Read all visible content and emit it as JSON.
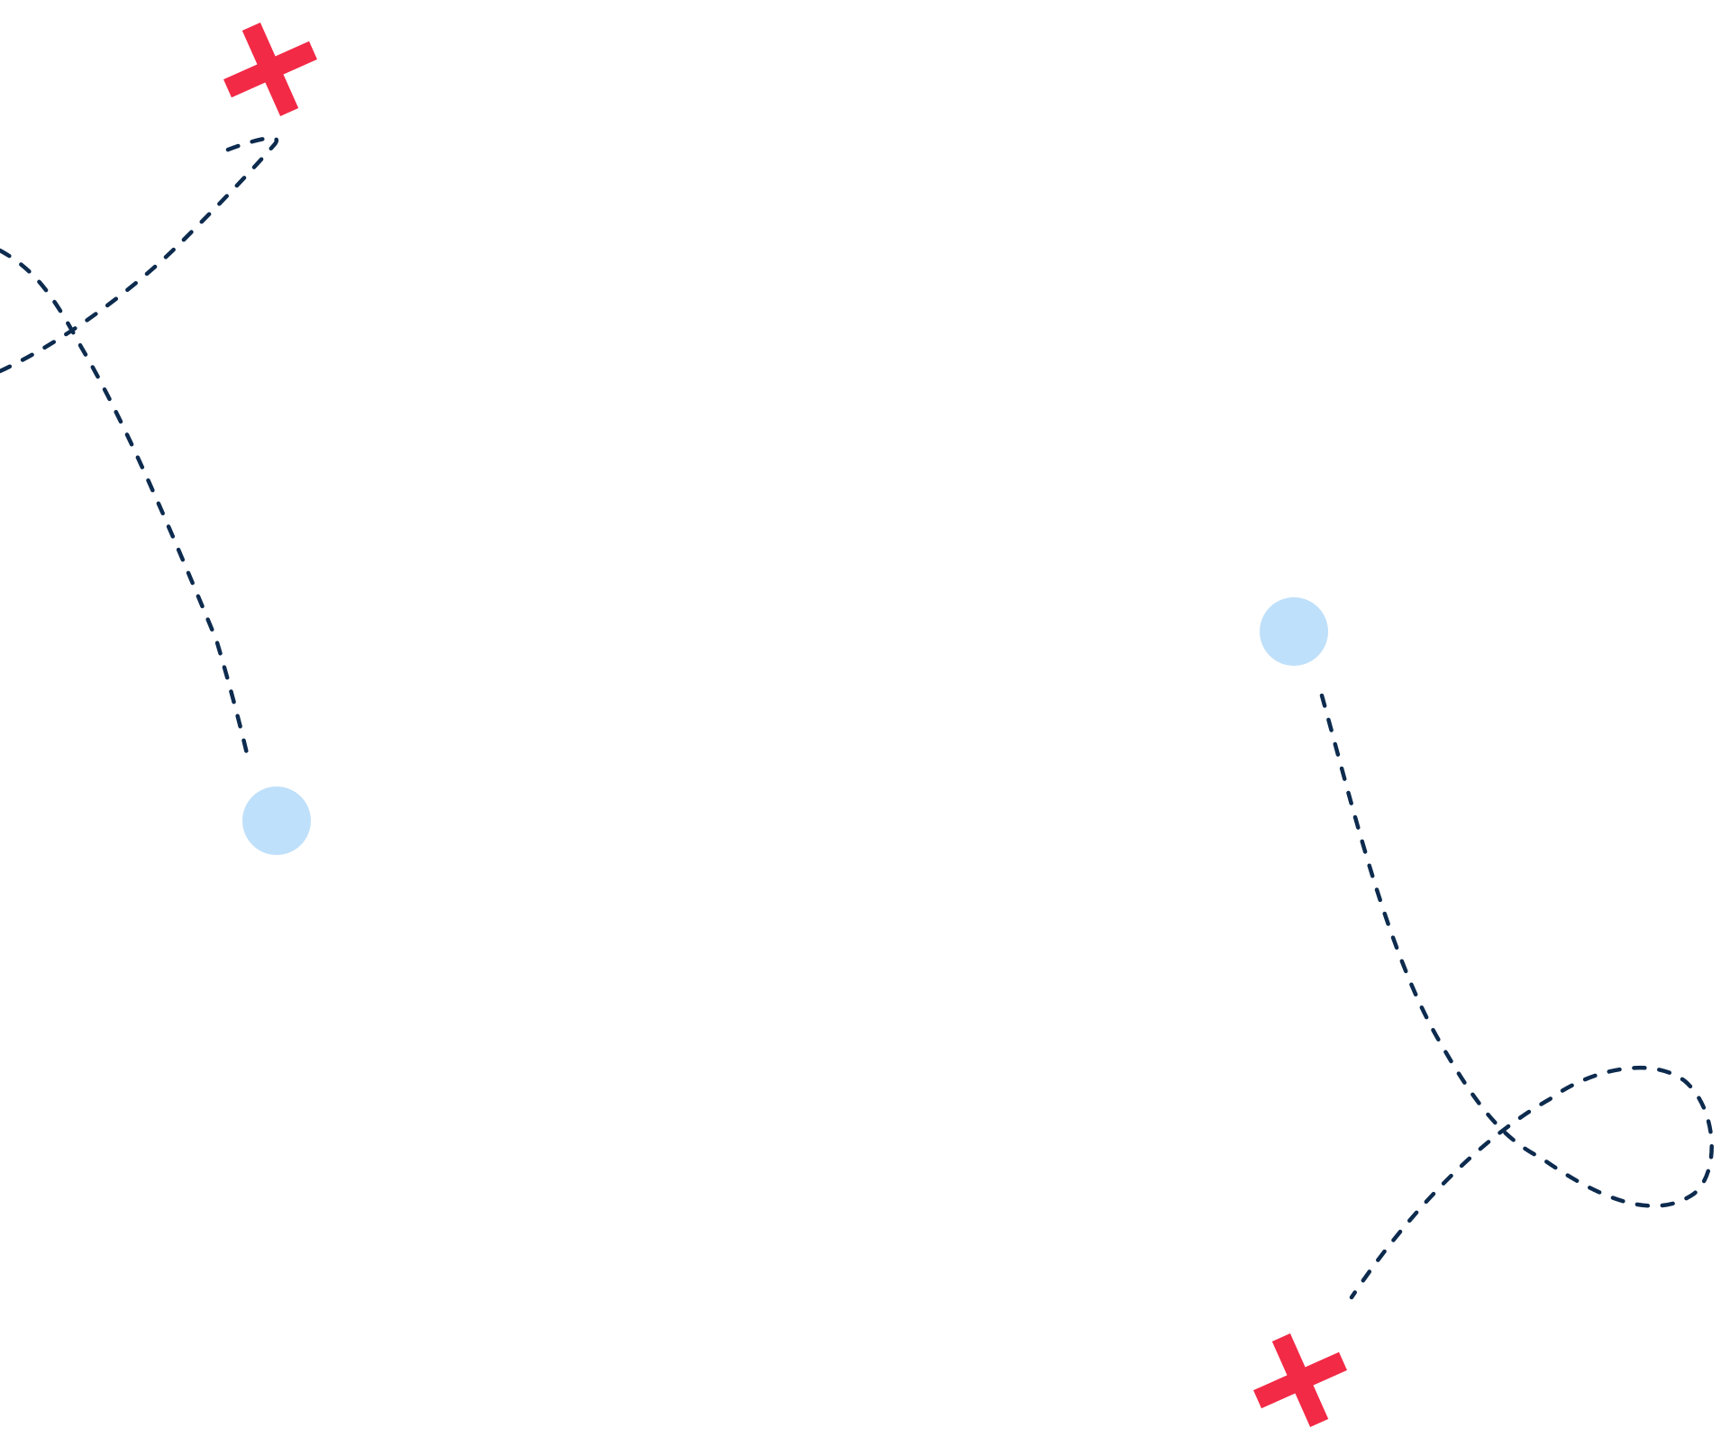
{
  "illustration": {
    "background": "#ffffff",
    "colors": {
      "trail": "#0d2b4e",
      "start_marker": "#bfe0fa",
      "destination_marker": "#f22a46"
    },
    "route_top_left": {
      "start_icon": "circle-dot",
      "destination_icon": "x-mark",
      "trail_style": "dashed"
    },
    "route_bottom_right": {
      "start_icon": "circle-dot",
      "destination_icon": "x-mark",
      "trail_style": "dashed",
      "has_loop": true
    }
  }
}
